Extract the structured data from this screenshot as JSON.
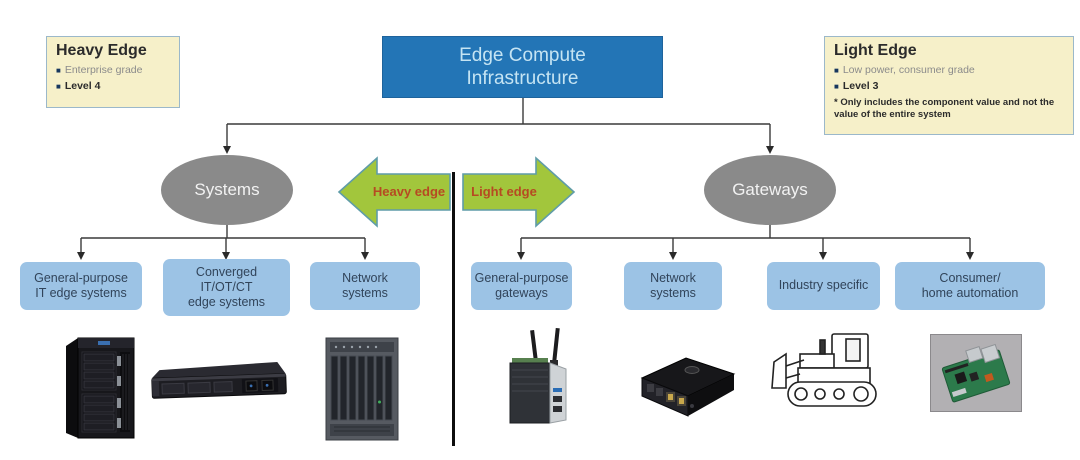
{
  "diagram": {
    "root_label": "Edge Compute\nInfrastructure",
    "heavy_info": {
      "title": "Heavy Edge",
      "bullet_1": "Enterprise grade",
      "bullet_2": "Level 4"
    },
    "light_info": {
      "title": "Light Edge",
      "bullet_1": "Low power, consumer grade",
      "bullet_2": "Level 3",
      "note": "* Only includes the component value and not the value of the entire system"
    },
    "left_branch": {
      "node": "Systems",
      "arrow": "Heavy edge",
      "items": [
        "General-purpose\nIT edge systems",
        "Converged\nIT/OT/CT\nedge systems",
        "Network\nsystems"
      ]
    },
    "right_branch": {
      "node": "Gateways",
      "arrow": "Light edge",
      "items": [
        "General-purpose\ngateways",
        "Network\nsystems",
        "Industry specific",
        "Consumer/\nhome automation"
      ]
    },
    "images": [
      "tower-edge-server",
      "rack-edge-server",
      "chassis-network-system",
      "industrial-iot-gateway",
      "ethernet-gateway-device",
      "industrial-bulldozer-sketch",
      "raspberry-pi-board"
    ],
    "colors": {
      "root_bg": "#2375b6",
      "root_text": "#c5e4f3",
      "info_bg": "#f6f0c9",
      "info_border": "#9bb8ca",
      "node_bg": "#8a8a8a",
      "node_text": "#f2f2f2",
      "arrow_fill": "#a2c63c",
      "arrow_stroke": "#5f9ca8",
      "arrow_text": "#b64a22",
      "category_bg": "#9cc3e5",
      "category_text": "#31445a",
      "connector": "#3a3a3a",
      "divider": "#0d0d0d"
    }
  }
}
